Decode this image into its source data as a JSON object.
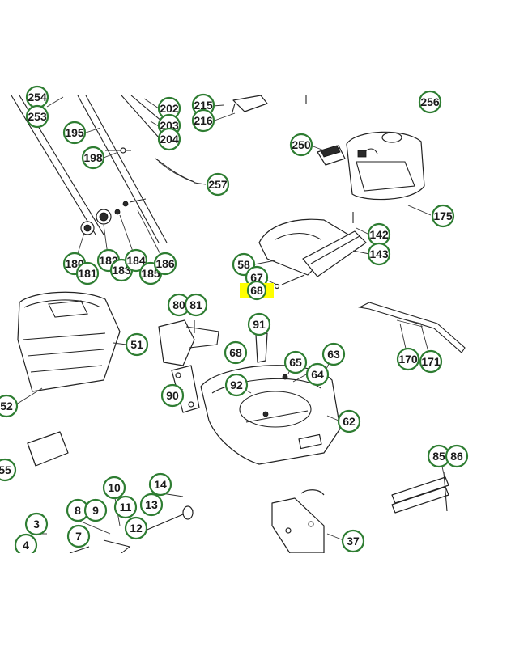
{
  "colors": {
    "callout_border": "#2e7d32",
    "highlight": "#ffff00",
    "line": "#222222",
    "background": "#ffffff"
  },
  "highlighted_part": "68",
  "callouts": [
    "254",
    "253",
    "195",
    "198",
    "202",
    "203",
    "204",
    "215",
    "216",
    "256",
    "250",
    "257",
    "175",
    "142",
    "143",
    "58",
    "67",
    "68",
    "180",
    "181",
    "182",
    "183",
    "184",
    "185",
    "186",
    "80",
    "81",
    "51",
    "91",
    "68",
    "65",
    "63",
    "64",
    "92",
    "90",
    "62",
    "52",
    "55",
    "85",
    "86",
    "10",
    "14",
    "8",
    "9",
    "11",
    "13",
    "12",
    "3",
    "4",
    "7",
    "37",
    "170",
    "171"
  ]
}
